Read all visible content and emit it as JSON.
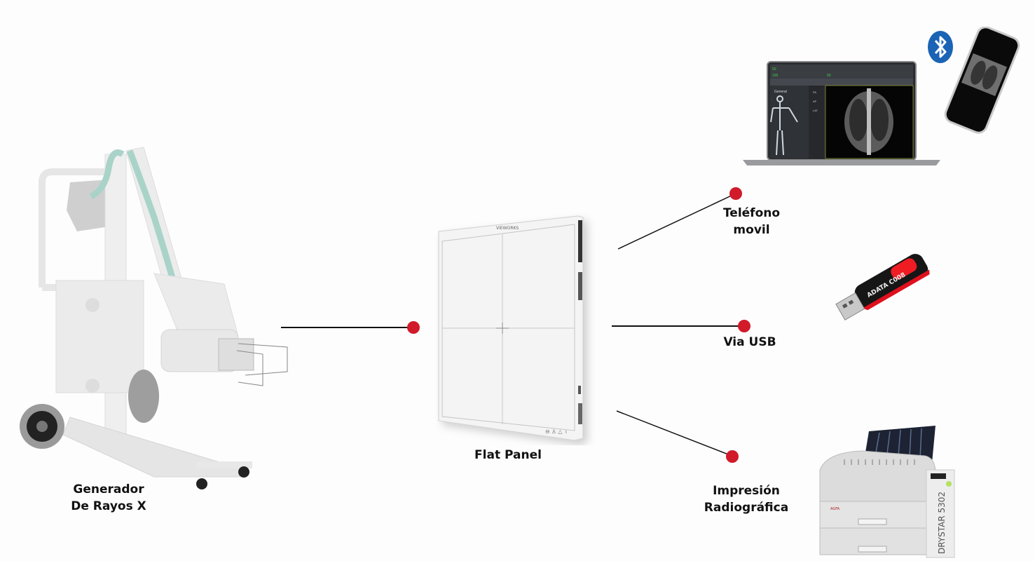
{
  "diagram": {
    "title": "",
    "colors": {
      "dot": "#d11a2a",
      "line": "#111111",
      "background": "#fdfdfd"
    },
    "nodes": [
      {
        "id": "generator",
        "label_line1": "Generador",
        "label_line2": "De Rayos X",
        "image": "mobile-xray-generator"
      },
      {
        "id": "flat-panel",
        "label": "Flat Panel",
        "image": "flat-panel-detector",
        "brand": "VIEWORKS"
      },
      {
        "id": "phone",
        "label_line1": "Teléfono",
        "label_line2": "movil",
        "image": "laptop-and-smartphone-with-chest-xray",
        "icon": "bluetooth-icon"
      },
      {
        "id": "usb",
        "label": "Via USB",
        "image": "usb-flash-drive",
        "brand": "ADATA",
        "model": "C008"
      },
      {
        "id": "printer",
        "label_line1": "Impresión",
        "label_line2": "Radiográfica",
        "image": "film-printer",
        "brand": "AGFA",
        "model_name": "DRYSTAR",
        "model_number": "5302"
      }
    ],
    "connections": [
      {
        "from": "generator",
        "to": "flat-panel"
      },
      {
        "from": "flat-panel",
        "to": "phone"
      },
      {
        "from": "flat-panel",
        "to": "usb"
      },
      {
        "from": "flat-panel",
        "to": "printer"
      }
    ],
    "laptop_ui": {
      "sidebar_title": "General",
      "views": [
        "PA",
        "AP",
        "LAT"
      ]
    }
  }
}
